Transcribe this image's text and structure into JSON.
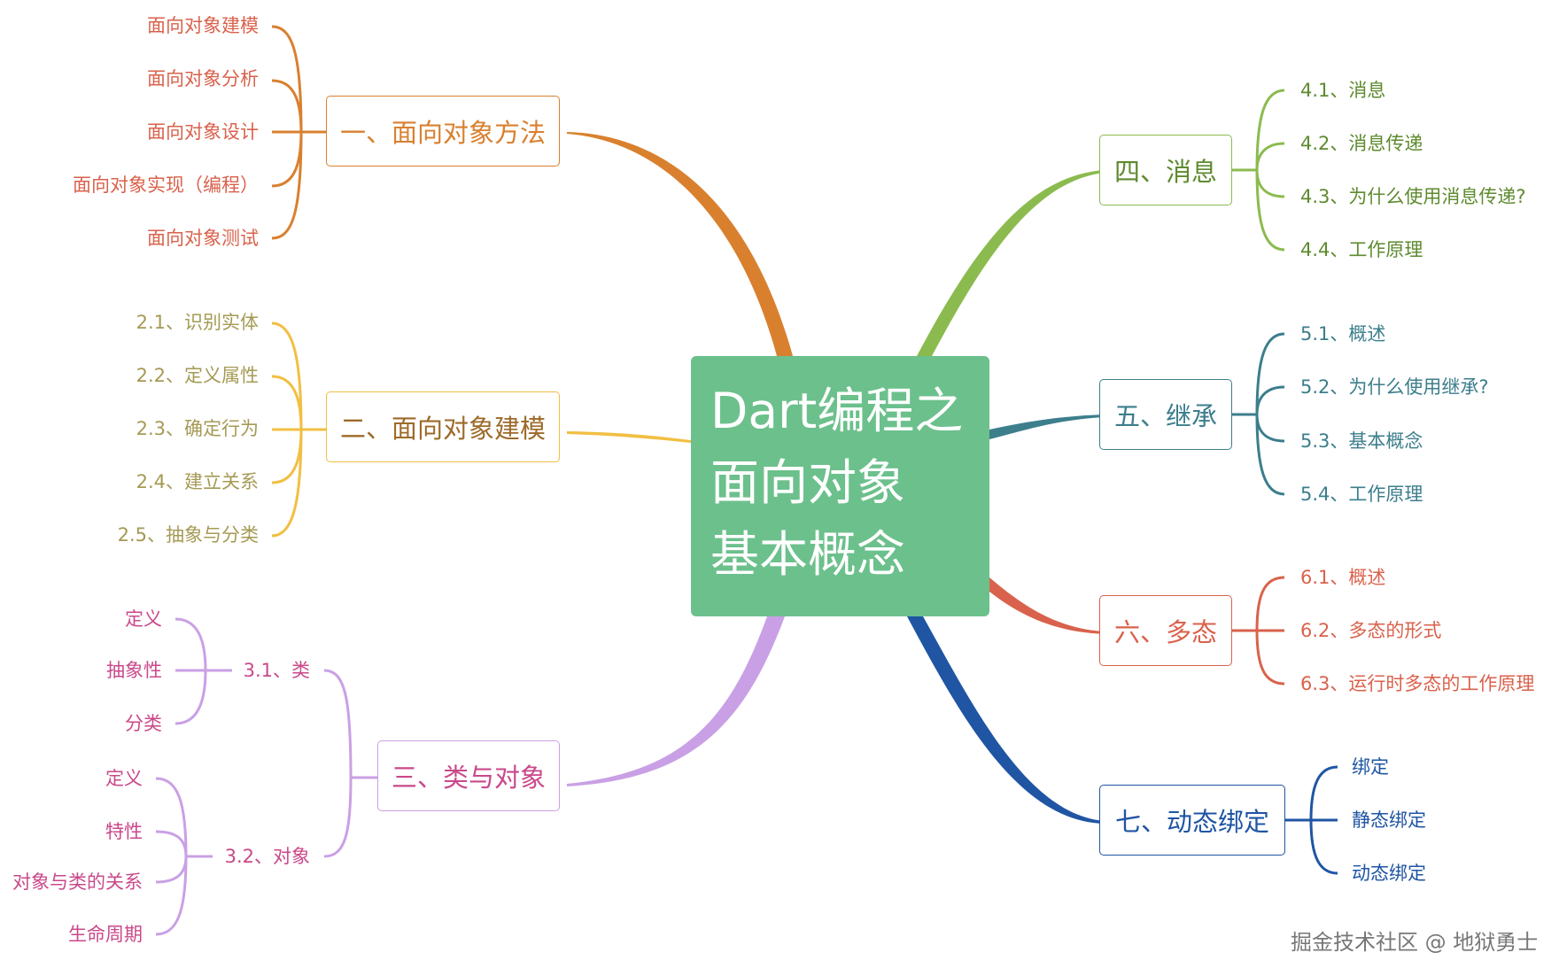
{
  "center": {
    "lines": [
      "Dart编程之",
      "面向对象",
      "基本概念"
    ]
  },
  "colors": {
    "b1": "#d9802f",
    "b2": "#f1bf42",
    "b3": "#c9a0e5",
    "b4": "#8bbb4f",
    "b5": "#3c7e8c",
    "b6": "#d9624c",
    "b7": "#1f55a3",
    "center": "#6cc08c"
  },
  "branches": {
    "b1": {
      "label": "一、面向对象方法",
      "items": [
        "面向对象建模",
        "面向对象分析",
        "面向对象设计",
        "面向对象实现（编程）",
        "面向对象测试"
      ]
    },
    "b2": {
      "label": "二、面向对象建模",
      "items": [
        "2.1、识别实体",
        "2.2、定义属性",
        "2.3、确定行为",
        "2.4、建立关系",
        "2.5、抽象与分类"
      ]
    },
    "b3": {
      "label": "三、类与对象",
      "sub1": {
        "label": "3.1、类",
        "items": [
          "定义",
          "抽象性",
          "分类"
        ]
      },
      "sub2": {
        "label": "3.2、对象",
        "items": [
          "定义",
          "特性",
          "对象与类的关系",
          "生命周期"
        ]
      }
    },
    "b4": {
      "label": "四、消息",
      "items": [
        "4.1、消息",
        "4.2、消息传递",
        "4.3、为什么使用消息传递?",
        "4.4、工作原理"
      ]
    },
    "b5": {
      "label": "五、继承",
      "items": [
        "5.1、概述",
        "5.2、为什么使用继承?",
        "5.3、基本概念",
        "5.4、工作原理"
      ]
    },
    "b6": {
      "label": "六、多态",
      "items": [
        "6.1、概述",
        "6.2、多态的形式",
        "6.3、运行时多态的工作原理"
      ]
    },
    "b7": {
      "label": "七、动态绑定",
      "items": [
        "绑定",
        "静态绑定",
        "动态绑定"
      ]
    }
  },
  "watermark": "掘金技术社区 @ 地狱勇士"
}
